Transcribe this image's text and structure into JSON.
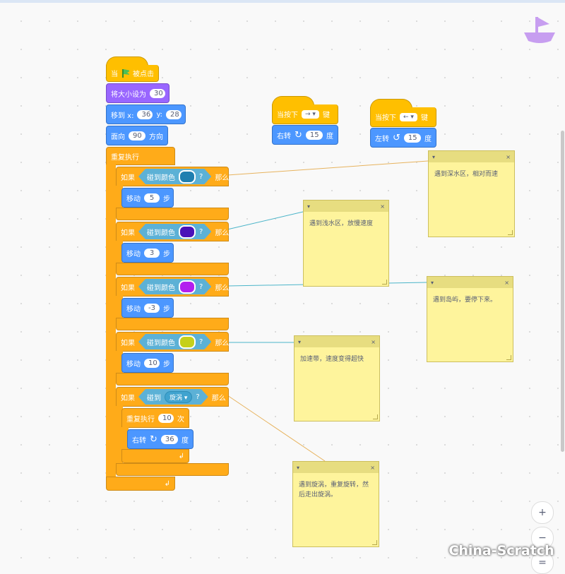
{
  "main_script": {
    "when_flag": {
      "when": "当",
      "clicked": "被点击"
    },
    "set_size": {
      "label": "将大小设为",
      "value": "30"
    },
    "goto": {
      "label": "移到 x:",
      "x": "36",
      "ylabel": "y:",
      "y": "28"
    },
    "point": {
      "label": "面向",
      "value": "90",
      "suffix": "方向"
    },
    "forever": "重复执行",
    "if_blocks": [
      {
        "if": "如果",
        "sense": "碰到颜色",
        "q": "?",
        "then": "那么",
        "color": "#1f7fb0",
        "move": "移动",
        "steps": "5",
        "unit": "步"
      },
      {
        "if": "如果",
        "sense": "碰到颜色",
        "q": "?",
        "then": "那么",
        "color": "#4a11b8",
        "move": "移动",
        "steps": "3",
        "unit": "步"
      },
      {
        "if": "如果",
        "sense": "碰到颜色",
        "q": "?",
        "then": "那么",
        "color": "#b21fef",
        "move": "移动",
        "steps": "-3",
        "unit": "步"
      },
      {
        "if": "如果",
        "sense": "碰到颜色",
        "q": "?",
        "then": "那么",
        "color": "#c5d01a",
        "move": "移动",
        "steps": "10",
        "unit": "步"
      }
    ],
    "if_touch": {
      "if": "如果",
      "sense": "碰到",
      "target": "旋涡",
      "q": "?",
      "then": "那么"
    },
    "repeat": {
      "label": "重复执行",
      "times": "10",
      "unit": "次"
    },
    "turn": {
      "label": "右转",
      "value": "36",
      "unit": "度"
    }
  },
  "right_script": {
    "when_key": {
      "label": "当按下",
      "key": "→",
      "suffix": "键"
    },
    "turn": {
      "label": "右转",
      "value": "15",
      "unit": "度"
    }
  },
  "left_script": {
    "when_key": {
      "label": "当按下",
      "key": "←",
      "suffix": "键"
    },
    "turn": {
      "label": "左转",
      "value": "15",
      "unit": "度"
    }
  },
  "notes": [
    "遇到深水区，相对而速",
    "遇到浅水区，放慢速度",
    "遇到岛屿，要停下来。",
    "加速带，速度变得超快",
    "遇到旋涡，重复旋转，然后走出旋涡。"
  ],
  "note_close": "×",
  "note_arrow": "▾",
  "zoom": {
    "in": "+",
    "out": "−",
    "reset": "="
  },
  "watermark": "China-Scratch",
  "colors": {
    "events": "#ffbf00",
    "looks": "#9966ff",
    "motion": "#4c97ff",
    "control": "#ffab19",
    "sensing": "#5cb1d6",
    "note": "#fef49c"
  }
}
